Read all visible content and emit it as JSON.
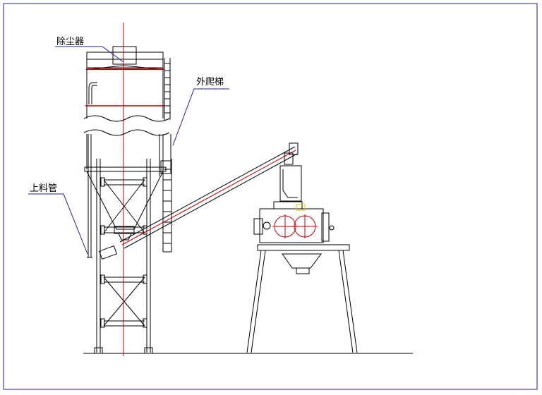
{
  "labels": {
    "dust_collector": "除尘器",
    "outer_ladder": "外爬梯",
    "feed_pipe": "上料管"
  },
  "colors": {
    "frame": "#1f1f8f",
    "line": "#000000",
    "centerline": "#c00000",
    "accent": "#e0c000"
  }
}
